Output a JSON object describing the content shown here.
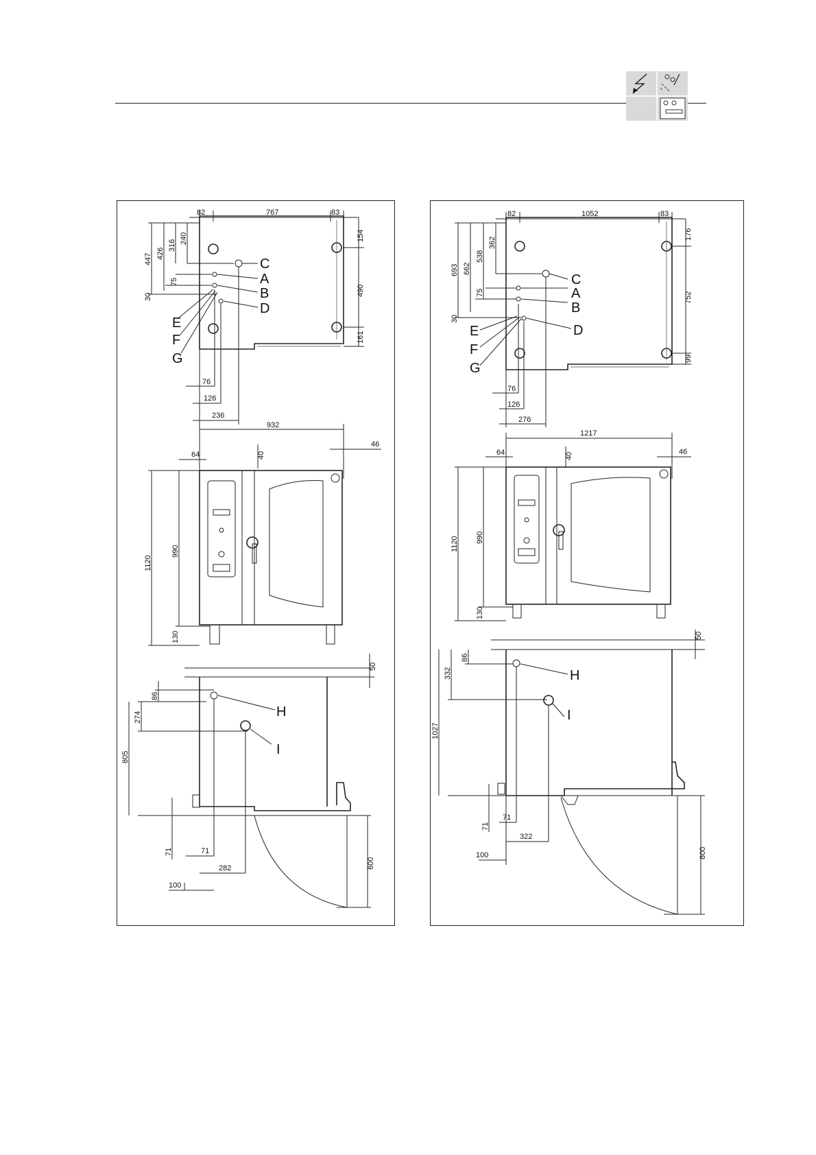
{
  "header": {
    "icons": [
      "electrical-connection-icon",
      "water-spray-icon",
      "oven-tray-icon"
    ]
  },
  "left_diagram": {
    "top_view": {
      "dims_top": [
        "82",
        "767",
        "83"
      ],
      "dims_left": [
        "447",
        "426",
        "316",
        "240",
        "75",
        "30"
      ],
      "dims_right": [
        "154",
        "490",
        "161"
      ],
      "dims_bottom": [
        "76",
        "126",
        "236"
      ],
      "connections": [
        "C",
        "A",
        "B",
        "D",
        "E",
        "F",
        "G"
      ]
    },
    "front_view": {
      "width": "932",
      "dims": [
        "64",
        "40",
        "46",
        "1120",
        "990",
        "130"
      ]
    },
    "side_view": {
      "dims": [
        "50",
        "86",
        "274",
        "805",
        "71",
        "282",
        "100",
        "600"
      ],
      "connections": [
        "H",
        "I"
      ]
    }
  },
  "right_diagram": {
    "top_view": {
      "dims_top": [
        "82",
        "1052",
        "83"
      ],
      "dims_left": [
        "693",
        "662",
        "538",
        "362",
        "75",
        "30"
      ],
      "dims_right": [
        "176",
        "752",
        "99"
      ],
      "dims_bottom": [
        "76",
        "126",
        "276"
      ],
      "connections": [
        "C",
        "A",
        "B",
        "D",
        "E",
        "F",
        "G"
      ]
    },
    "front_view": {
      "width": "1217",
      "dims": [
        "64",
        "40",
        "46",
        "1120",
        "990",
        "130"
      ]
    },
    "side_view": {
      "dims": [
        "50",
        "86",
        "332",
        "1027",
        "71",
        "322",
        "100",
        "800"
      ],
      "connections": [
        "H",
        "I"
      ]
    }
  }
}
